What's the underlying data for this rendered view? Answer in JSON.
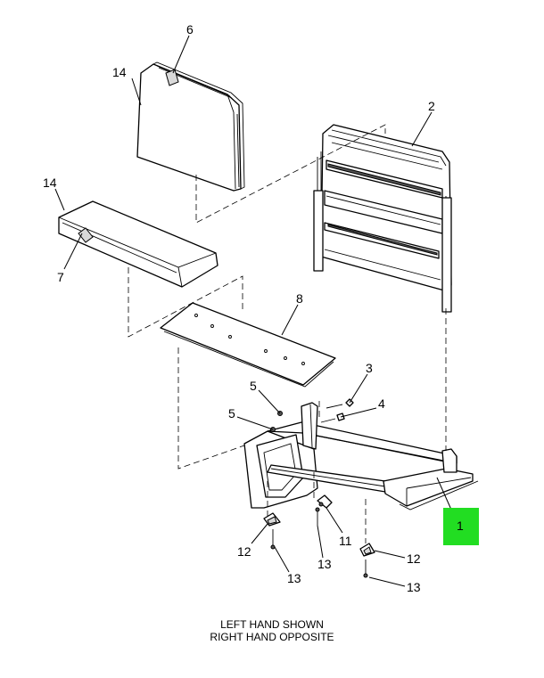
{
  "callouts": {
    "c6": "6",
    "c14a": "14",
    "c2": "2",
    "c14b": "14",
    "c7": "7",
    "c8": "8",
    "c3": "3",
    "c5a": "5",
    "c5b": "5",
    "c4": "4",
    "c1": "1",
    "c11": "11",
    "c12a": "12",
    "c13a": "13",
    "c13b": "13",
    "c12b": "12",
    "c13c": "13"
  },
  "caption": {
    "line1": "LEFT HAND SHOWN",
    "line2": "RIGHT HAND OPPOSITE"
  },
  "colors": {
    "highlight": "#22dd22",
    "line": "#000000",
    "background": "#ffffff"
  }
}
